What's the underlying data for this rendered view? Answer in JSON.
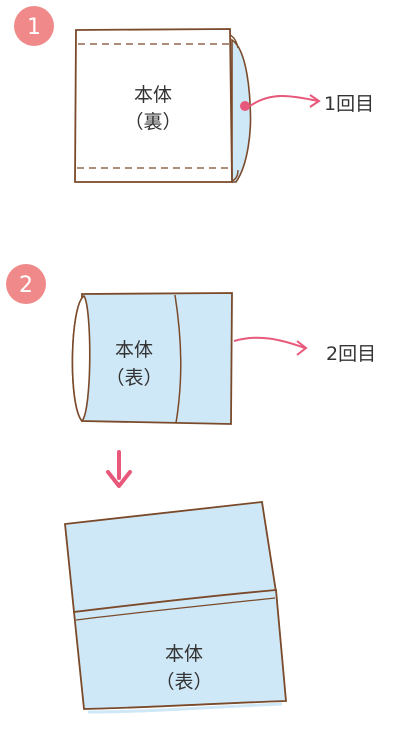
{
  "steps": [
    {
      "number": "1",
      "panel_label_line1": "本体",
      "panel_label_line2": "（裏）",
      "callout": "1回目"
    },
    {
      "number": "2",
      "panel_label_line1": "本体",
      "panel_label_line2": "（表）",
      "callout": "2回目"
    }
  ],
  "result": {
    "label_line1": "本体",
    "label_line2": "（表）"
  },
  "colors": {
    "badge": "#f08a8a",
    "badge_text": "#ffffff",
    "outline": "#7a4a2a",
    "fabric": "#cfe8f7",
    "accent": "#e8587a",
    "text": "#333333"
  },
  "icons": {
    "flow_arrow": "down-arrow-icon",
    "callout_arrow": "curved-arrow-icon"
  }
}
